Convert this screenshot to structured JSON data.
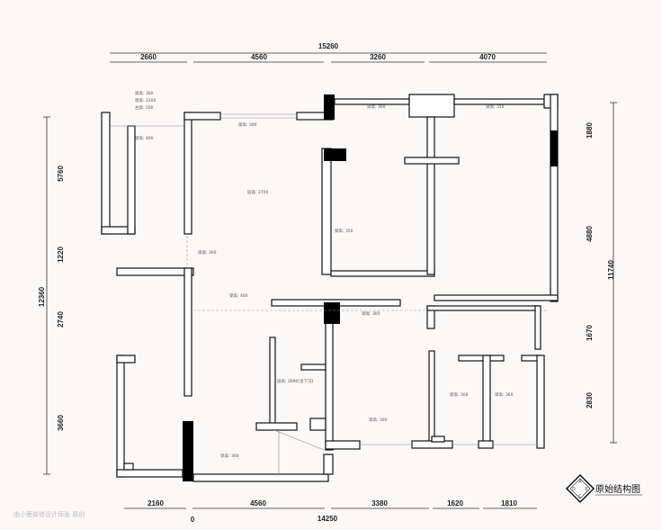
{
  "title": "原始结构图",
  "compass_letters": [
    "A",
    "B",
    "C",
    "D"
  ],
  "watermark": "由小鹿装修设计师张·原创",
  "dimensions": {
    "top_total": "15260",
    "top": [
      "2660",
      "4560",
      "3260",
      "4070"
    ],
    "bottom": [
      "2160",
      "4560",
      "3380",
      "1620",
      "1810"
    ],
    "bottom_total": "14250",
    "bottom_origin": "0",
    "left_total": "12360",
    "left": [
      "5760",
      "1220",
      "2740",
      "3660"
    ],
    "right_total": "11740",
    "right": [
      "1880",
      "4880",
      "1670",
      "2830"
    ]
  },
  "annotations": [
    "梁高: 300",
    "窗高: 2200",
    "台高: 500",
    "梁高: 400",
    "梁高: 300",
    "层高: 2700",
    "梁高: 300",
    "梁高: 310",
    "梁高: 300",
    "梁高: 400",
    "梁高: 350",
    "层高: 2690(含下沉)",
    "梁高: 300",
    "梁高: 300",
    "梁高: 300",
    "梁高: 360",
    "梁高: 300"
  ]
}
